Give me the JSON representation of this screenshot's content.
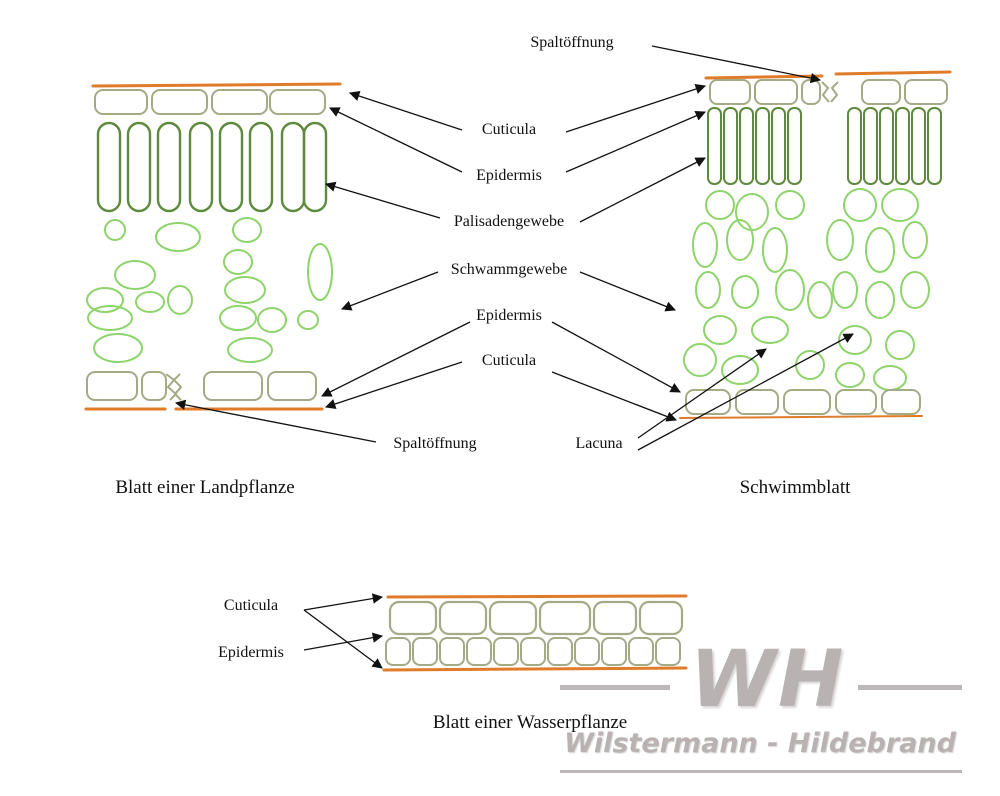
{
  "labels": {
    "spalt_top": "Spaltöffnung",
    "cuticula_1": "Cuticula",
    "epidermis_1": "Epidermis",
    "palisaden": "Palisadengewebe",
    "schwamm": "Schwammgewebe",
    "epidermis_2": "Epidermis",
    "cuticula_2": "Cuticula",
    "spalt_bottom": "Spaltöffnung",
    "lacuna": "Lacuna",
    "w_cuticula": "Cuticula",
    "w_epidermis": "Epidermis"
  },
  "captions": {
    "land": "Blatt einer Landpflanze",
    "schwimm": "Schwimmblatt",
    "wasser": "Blatt einer Wasserpflanze"
  },
  "watermark": {
    "logo": "WH",
    "name": "Wilstermann - Hildebrand"
  },
  "colors": {
    "cuticle": "#e07b2a",
    "epidermis_cell": "#a3aa86",
    "palisade": "#5d8a3c",
    "spongy": "#8ed36b",
    "arrow": "#111111",
    "watermark": "#b8b2b2"
  }
}
